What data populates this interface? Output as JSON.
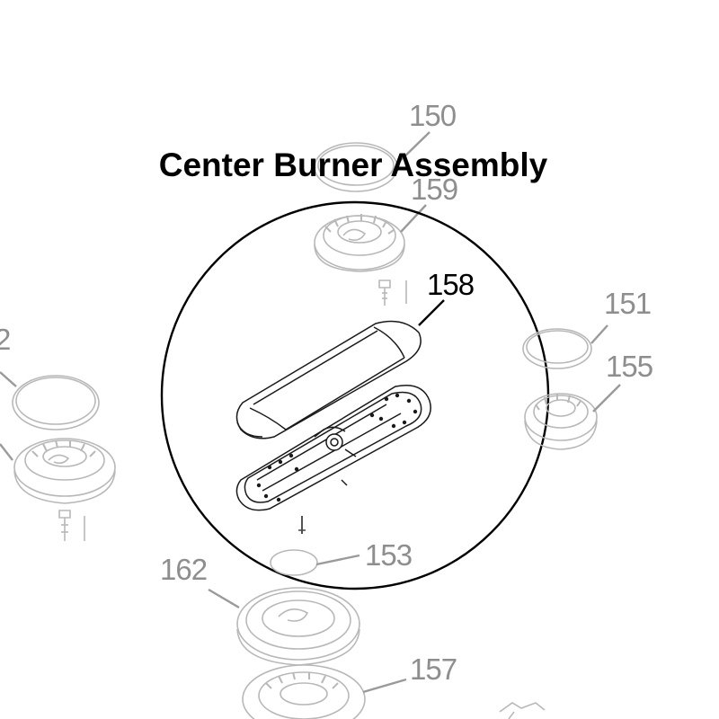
{
  "title": "Center Burner Assembly",
  "highlighted_part": "158",
  "callouts": {
    "p150": "150",
    "p159": "159",
    "p158": "158",
    "p151": "151",
    "p155": "155",
    "p152": "2",
    "p153": "153",
    "p162": "162",
    "p157": "157"
  },
  "colors": {
    "active_label": "#000000",
    "inactive_label": "#8e8e8e",
    "magnifier_circle": "#000000"
  }
}
